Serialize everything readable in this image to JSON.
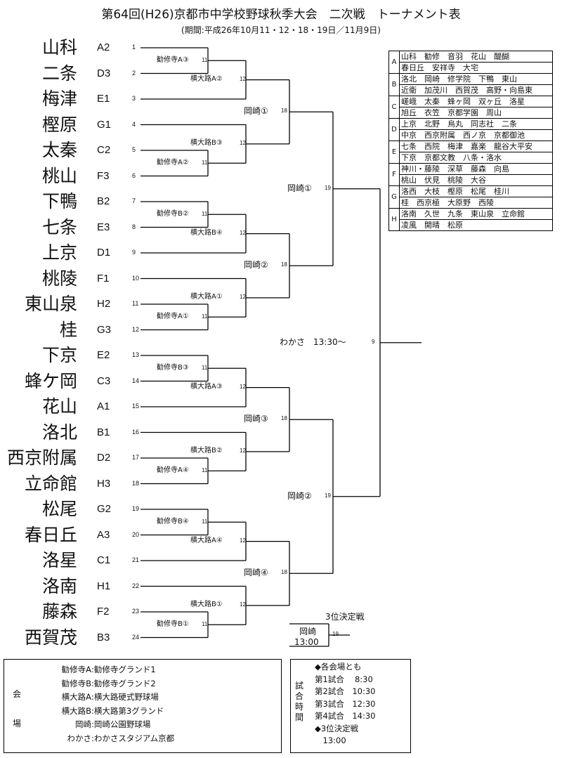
{
  "header": {
    "title": "第64回(H26)京都市中学校野球秋季大会　二次戦　トーナメント表",
    "period": "(期間:平成26年10月11・12・18・19日／11月9日)"
  },
  "teams": [
    {
      "name": "山科",
      "seed": "A2",
      "num": "1"
    },
    {
      "name": "二条",
      "seed": "D3",
      "num": "2"
    },
    {
      "name": "梅津",
      "seed": "E1",
      "num": "3"
    },
    {
      "name": "樫原",
      "seed": "G1",
      "num": "4"
    },
    {
      "name": "太秦",
      "seed": "C2",
      "num": "5"
    },
    {
      "name": "桃山",
      "seed": "F3",
      "num": "6"
    },
    {
      "name": "下鴨",
      "seed": "B2",
      "num": "7"
    },
    {
      "name": "七条",
      "seed": "E3",
      "num": "8"
    },
    {
      "name": "上京",
      "seed": "D1",
      "num": "9"
    },
    {
      "name": "桃陵",
      "seed": "F1",
      "num": "10"
    },
    {
      "name": "東山泉",
      "seed": "H2",
      "num": "11"
    },
    {
      "name": "桂",
      "seed": "G3",
      "num": "12"
    },
    {
      "name": "下京",
      "seed": "E2",
      "num": "13"
    },
    {
      "name": "蜂ケ岡",
      "seed": "C3",
      "num": "14"
    },
    {
      "name": "花山",
      "seed": "A1",
      "num": "15"
    },
    {
      "name": "洛北",
      "seed": "B1",
      "num": "16"
    },
    {
      "name": "西京附属",
      "seed": "D2",
      "num": "17"
    },
    {
      "name": "立命館",
      "seed": "H3",
      "num": "18"
    },
    {
      "name": "松尾",
      "seed": "G2",
      "num": "19"
    },
    {
      "name": "春日丘",
      "seed": "A3",
      "num": "20"
    },
    {
      "name": "洛星",
      "seed": "C1",
      "num": "21"
    },
    {
      "name": "洛南",
      "seed": "H1",
      "num": "22"
    },
    {
      "name": "藤森",
      "seed": "F2",
      "num": "23"
    },
    {
      "name": "西賀茂",
      "seed": "B3",
      "num": "24"
    }
  ],
  "matches": {
    "r1": [
      {
        "venue": "勧修寺A③",
        "num": "11"
      },
      {
        "venue": "勧修寺A②",
        "num": "11"
      },
      {
        "venue": "勧修寺B②",
        "num": "11"
      },
      {
        "venue": "勧修寺A①",
        "num": "11"
      },
      {
        "venue": "勧修寺B③",
        "num": "11"
      },
      {
        "venue": "勧修寺A④",
        "num": "11"
      },
      {
        "venue": "勧修寺B④",
        "num": "11"
      },
      {
        "venue": "勧修寺B①",
        "num": "11"
      }
    ],
    "r2": [
      {
        "venue": "横大路A②",
        "num": "12"
      },
      {
        "venue": "横大路B③",
        "num": "12"
      },
      {
        "venue": "横大路B④",
        "num": "12"
      },
      {
        "venue": "横大路A①",
        "num": "12"
      },
      {
        "venue": "横大路A③",
        "num": "12"
      },
      {
        "venue": "横大路B②",
        "num": "12"
      },
      {
        "venue": "横大路A④",
        "num": "12"
      },
      {
        "venue": "横大路B①",
        "num": "12"
      }
    ],
    "r3": [
      {
        "venue": "岡崎①",
        "num": "18"
      },
      {
        "venue": "岡崎②",
        "num": "18"
      },
      {
        "venue": "岡崎③",
        "num": "18"
      },
      {
        "venue": "岡崎④",
        "num": "18"
      }
    ],
    "r4": [
      {
        "venue": "岡崎①",
        "num": "19"
      },
      {
        "venue": "岡崎②",
        "num": "19"
      }
    ],
    "final": {
      "venue": "わかさ　13:30～",
      "num": "9"
    },
    "third": {
      "title": "3位決定戦",
      "venue": "岡崎",
      "time": "13:00",
      "num": "19"
    }
  },
  "groups": [
    {
      "letter": "A",
      "line1": "山科　勧修　音羽　花山　醍醐",
      "line2": "春日丘　安祥寺　大宅"
    },
    {
      "letter": "B",
      "line1": "洛北　岡崎　修学院　下鴨　東山",
      "line2": "近衛　加茂川　西賀茂　高野・向島東"
    },
    {
      "letter": "C",
      "line1": "嵯峨　太秦　蜂ヶ岡　双ヶ丘　洛星",
      "line2": "旭丘　衣笠　京都学園　周山"
    },
    {
      "letter": "D",
      "line1": "上京　北野　烏丸　同志社　二条",
      "line2": "中京　西京附属　西ノ京　京都御池"
    },
    {
      "letter": "E",
      "line1": "七条　西院　梅津　嘉楽　龍谷大平安",
      "line2": "下京　京都文教　八条・洛水"
    },
    {
      "letter": "F",
      "line1": "神川・藤陵　深草　藤森　向島",
      "line2": "桃山　伏見　桃陵　大谷"
    },
    {
      "letter": "G",
      "line1": "洛西　大枝　樫原　松尾　桂川",
      "line2": "桂　西京極　大原野　西陵"
    },
    {
      "letter": "H",
      "line1": "洛南　久世　九条　東山泉　立命館",
      "line2": "凌風　開晴　松原"
    }
  ],
  "venues": {
    "side_label_top": "会",
    "side_label_bottom": "場",
    "rows": [
      {
        "key": "勧修寺A",
        "value": ":勧修寺グランド1"
      },
      {
        "key": "勧修寺B",
        "value": ":勧修寺グランド2"
      },
      {
        "key": "横大路A",
        "value": ":横大路硬式野球場"
      },
      {
        "key": "横大路B",
        "value": ":横大路第3グランド"
      },
      {
        "key": "岡崎",
        "value": ":岡崎公園野球場"
      },
      {
        "key": "わかさ",
        "value": ":わかさスタジアム京都"
      }
    ]
  },
  "times": {
    "side_label": "試合時間",
    "rows": [
      "◆各会場とも",
      "第1試合　 8:30",
      "第2試合　10:30",
      "第3試合　12:30",
      "第4試合　14:30",
      "◆3位決定戦",
      "　13:00"
    ]
  }
}
